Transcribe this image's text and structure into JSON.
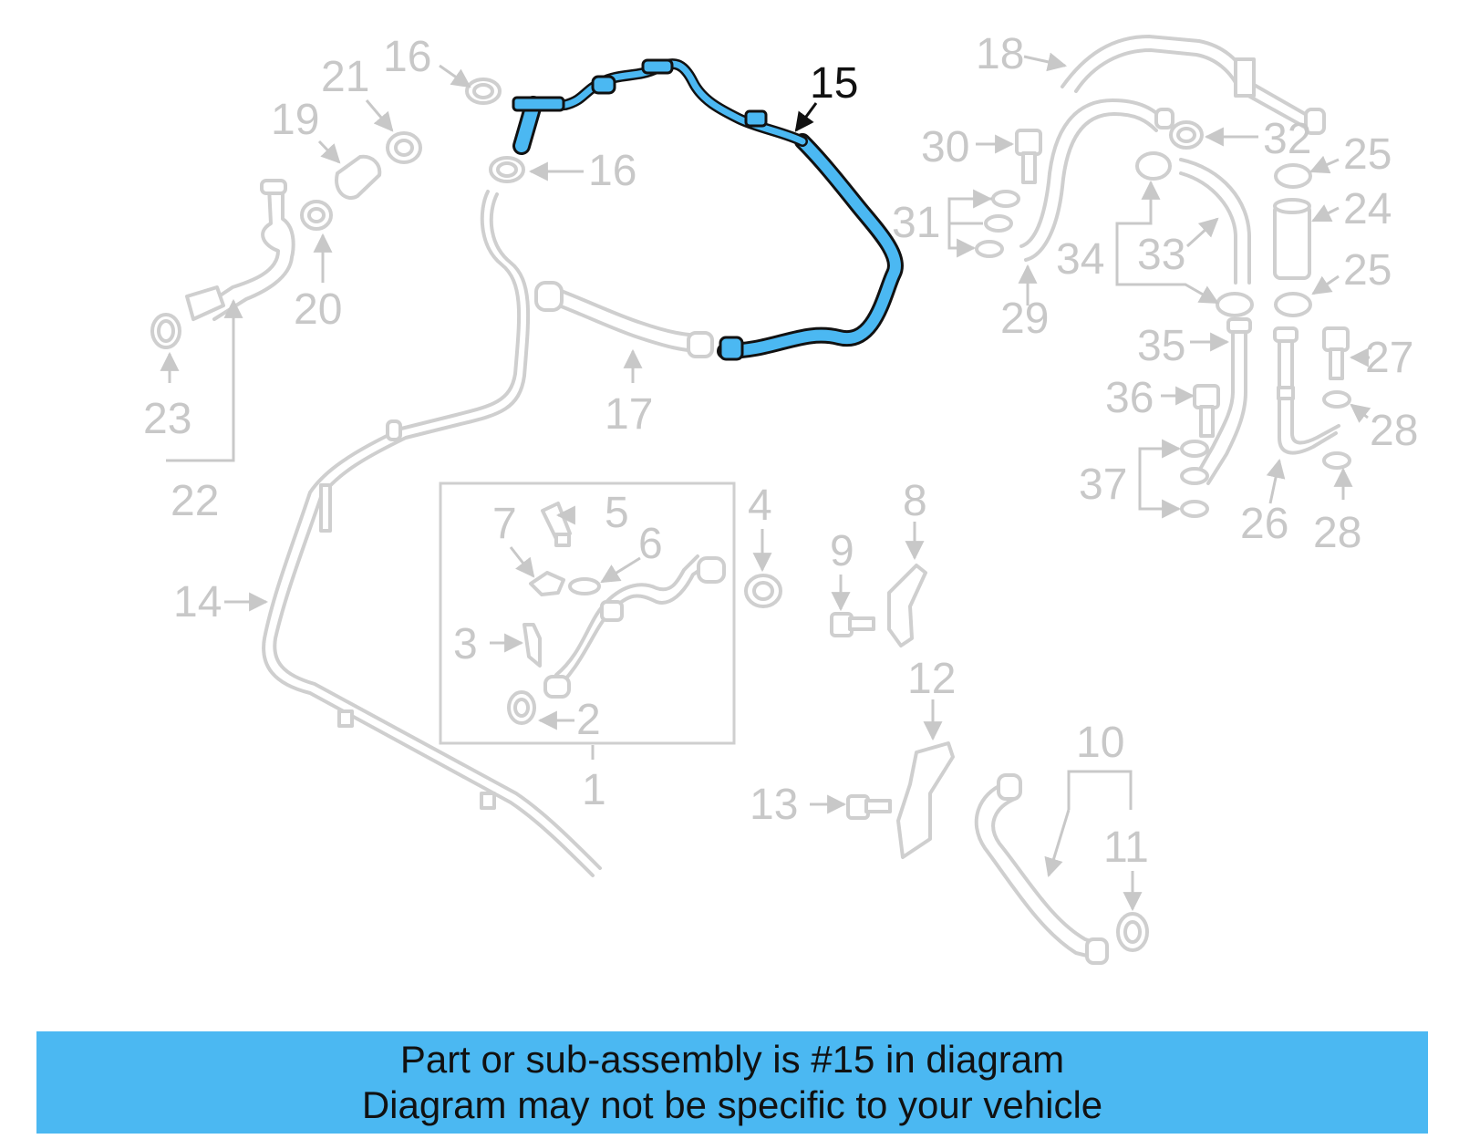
{
  "highlight": {
    "part_number": "15",
    "color": "#4bb8f2",
    "outline_color": "#111111"
  },
  "callouts": {
    "c1": "1",
    "c2": "2",
    "c3": "3",
    "c4": "4",
    "c5": "5",
    "c6": "6",
    "c7": "7",
    "c8": "8",
    "c9": "9",
    "c10": "10",
    "c11": "11",
    "c12": "12",
    "c13": "13",
    "c14": "14",
    "c15": "15",
    "c16a": "16",
    "c16b": "16",
    "c17": "17",
    "c18": "18",
    "c19": "19",
    "c20": "20",
    "c21": "21",
    "c22": "22",
    "c23": "23",
    "c24": "24",
    "c25a": "25",
    "c25b": "25",
    "c26": "26",
    "c27": "27",
    "c28a": "28",
    "c28b": "28",
    "c29": "29",
    "c30": "30",
    "c31": "31",
    "c32": "32",
    "c33": "33",
    "c34": "34",
    "c35": "35",
    "c36": "36",
    "c37": "37"
  },
  "banner": {
    "line1": "Part or sub-assembly is #15 in diagram",
    "line2": "Diagram may not be specific to your vehicle",
    "background": "#4bb8f2"
  }
}
